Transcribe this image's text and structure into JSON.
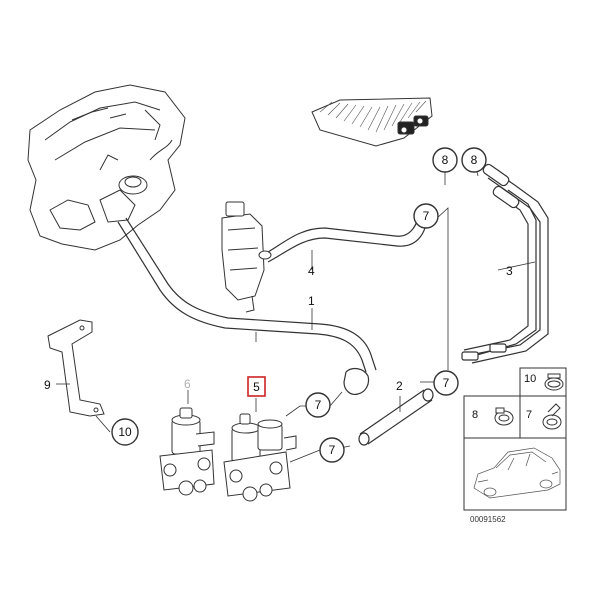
{
  "diagram": {
    "callouts": {
      "c8a": "8",
      "c8b": "8",
      "c7_top": "7",
      "c7_mid": "7",
      "c7_lower": "7",
      "c7_right": "7",
      "c10": "10",
      "box5": "5"
    },
    "labels": {
      "l4": "4",
      "l1": "1",
      "l3": "3",
      "l2": "2",
      "l9": "9",
      "l6": "6"
    },
    "legend": {
      "n10": "10",
      "n8": "8",
      "n7": "7"
    },
    "diagram_code": "00091562",
    "colors": {
      "line": "#222222",
      "faded_label": "#b0b0b0",
      "highlight_box": "#cc2222"
    }
  }
}
